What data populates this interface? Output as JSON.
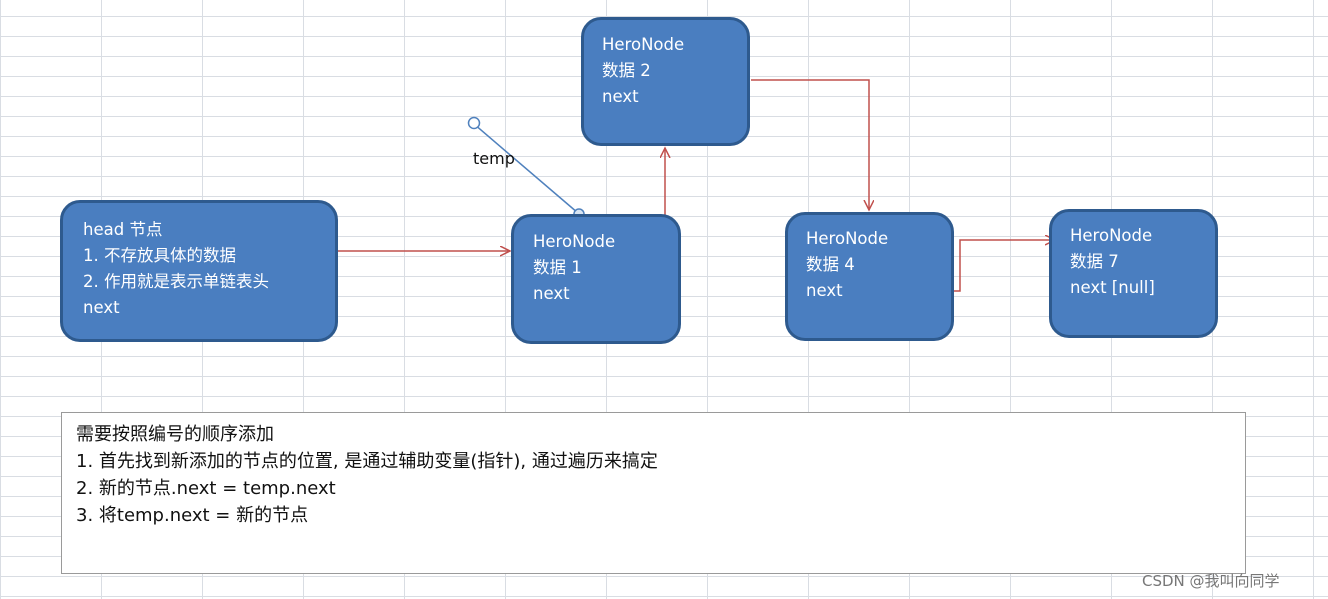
{
  "nodes": {
    "head": {
      "lines": [
        "head 节点",
        "1. 不存放具体的数据",
        "2. 作用就是表示单链表头",
        "next"
      ]
    },
    "node1": {
      "lines": [
        "HeroNode",
        "数据 1",
        "next"
      ]
    },
    "node2": {
      "lines": [
        "HeroNode",
        "数据 2",
        "next"
      ]
    },
    "node4": {
      "lines": [
        "HeroNode",
        "数据 4",
        "next"
      ]
    },
    "node7": {
      "lines": [
        "HeroNode",
        "数据 7",
        "next [null]"
      ]
    }
  },
  "pointer": {
    "label": "temp"
  },
  "note": {
    "lines": [
      "需要按照编号的顺序添加",
      "1. 首先找到新添加的节点的位置, 是通过辅助变量(指针), 通过遍历来搞定",
      "2. 新的节点.next = temp.next",
      "3. 将temp.next = 新的节点"
    ]
  },
  "watermark": "CSDN @我叫向同学",
  "colors": {
    "node_fill": "#4a7ec0",
    "node_border": "#2e5a8e",
    "link_arrow": "#c0504d",
    "temp_pointer": "#4f81bd"
  }
}
